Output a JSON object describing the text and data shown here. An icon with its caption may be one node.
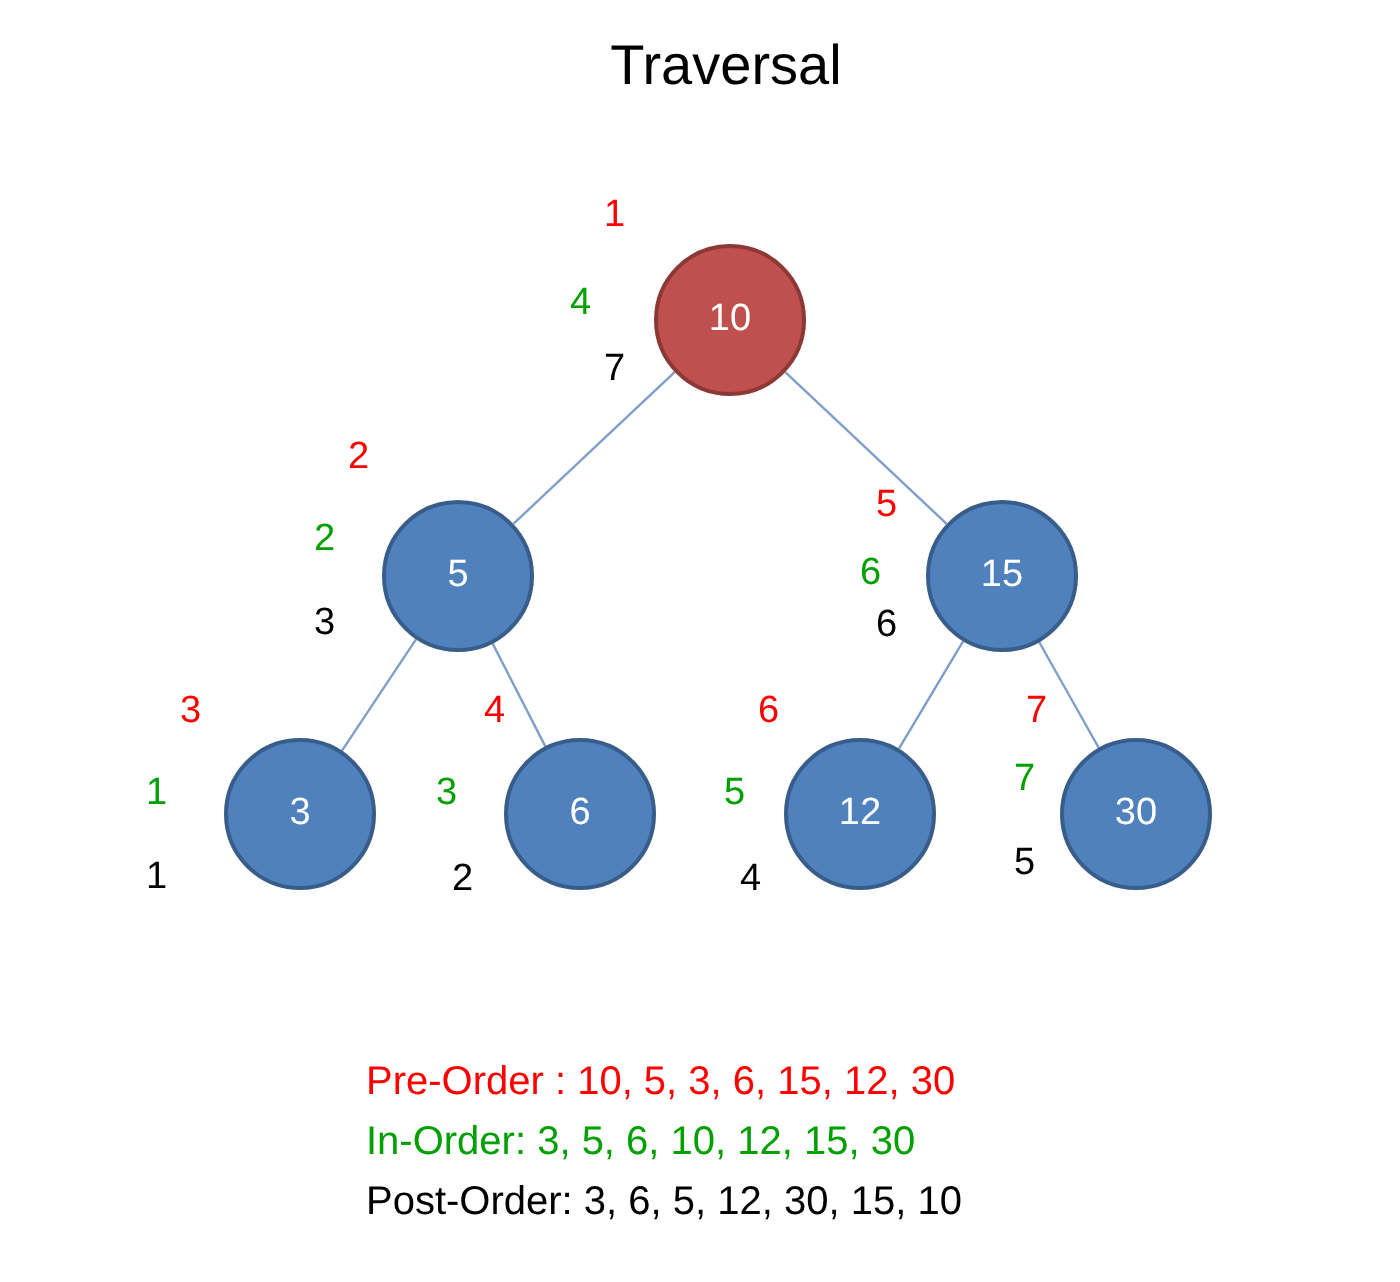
{
  "diagram": {
    "title": "Traversal",
    "nodes": [
      {
        "text": [
          "10"
        ],
        "beside": [
          "1",
          "4",
          "7"
        ]
      },
      {
        "text": [
          "5"
        ],
        "beside": [
          "2",
          "2",
          "3"
        ]
      },
      {
        "text": [
          "15"
        ],
        "beside": [
          "5",
          "6",
          "6"
        ]
      },
      {
        "text": [
          "3"
        ],
        "beside": [
          "3",
          "1",
          "1"
        ]
      },
      {
        "text": [
          "6"
        ],
        "beside": [
          "4",
          "3",
          "2"
        ]
      },
      {
        "text": [
          "12"
        ],
        "beside": [
          "6",
          "5",
          "4"
        ]
      },
      {
        "text": [
          "30"
        ],
        "beside": [
          "7",
          "7",
          "5"
        ]
      }
    ],
    "edges": [
      {
        "from": 0,
        "to": 1,
        "arrow": "none"
      },
      {
        "from": 0,
        "to": 2,
        "arrow": "none"
      },
      {
        "from": 1,
        "to": 3,
        "arrow": "none"
      },
      {
        "from": 1,
        "to": 4,
        "arrow": "none"
      },
      {
        "from": 2,
        "to": 5,
        "arrow": "none"
      },
      {
        "from": 2,
        "to": 6,
        "arrow": "none"
      }
    ],
    "labels": [
      "Pre-Order : 10, 5, 3, 6, 15, 12, 30",
      "In-Order: 3, 5, 6, 10, 12, 15, 30",
      "Post-Order: 3, 6, 5, 12, 30, 15, 10"
    ]
  }
}
